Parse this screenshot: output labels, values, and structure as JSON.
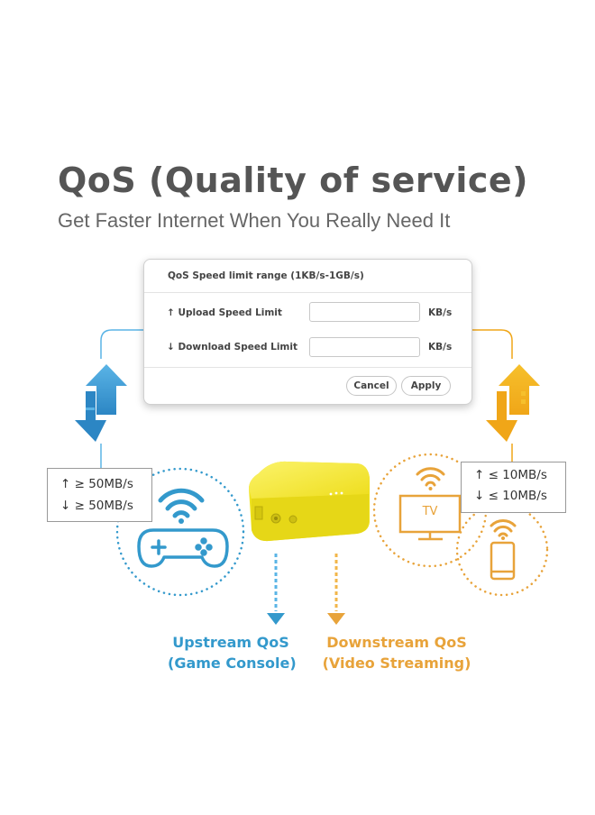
{
  "header": {
    "title": "QoS (Quality of service)",
    "subtitle": "Get Faster Internet When You Really Need It"
  },
  "qos_panel": {
    "title": "QoS Speed limit range (1KB/s-1GB/s)",
    "upload_label": "Upload Speed Limit",
    "upload_value": "",
    "upload_unit": "KB/s",
    "download_label": "Download Speed Limit",
    "download_value": "",
    "download_unit": "KB/s",
    "cancel_label": "Cancel",
    "apply_label": "Apply"
  },
  "upstream": {
    "up_speed": "↑ ≥ 50MB/s",
    "down_speed": "↓ ≥ 50MB/s",
    "caption_line1": "Upstream QoS",
    "caption_line2": "(Game Console)",
    "color": "#3399cc"
  },
  "downstream": {
    "up_speed": "↑ ≤ 10MB/s",
    "down_speed": "↓ ≤ 10MB/s",
    "tv_label": "TV",
    "caption_line1": "Downstream QoS",
    "caption_line2": "(Video Streaming)",
    "color": "#e8a33a"
  },
  "icons": [
    "up-arrow-icon",
    "down-arrow-icon",
    "wifi-icon",
    "gamepad-icon",
    "tv-icon",
    "phone-icon",
    "router-icon"
  ],
  "colors": {
    "blue": "#3399cc",
    "orange": "#e8a33a",
    "router_yellow": "#f2e82f"
  }
}
